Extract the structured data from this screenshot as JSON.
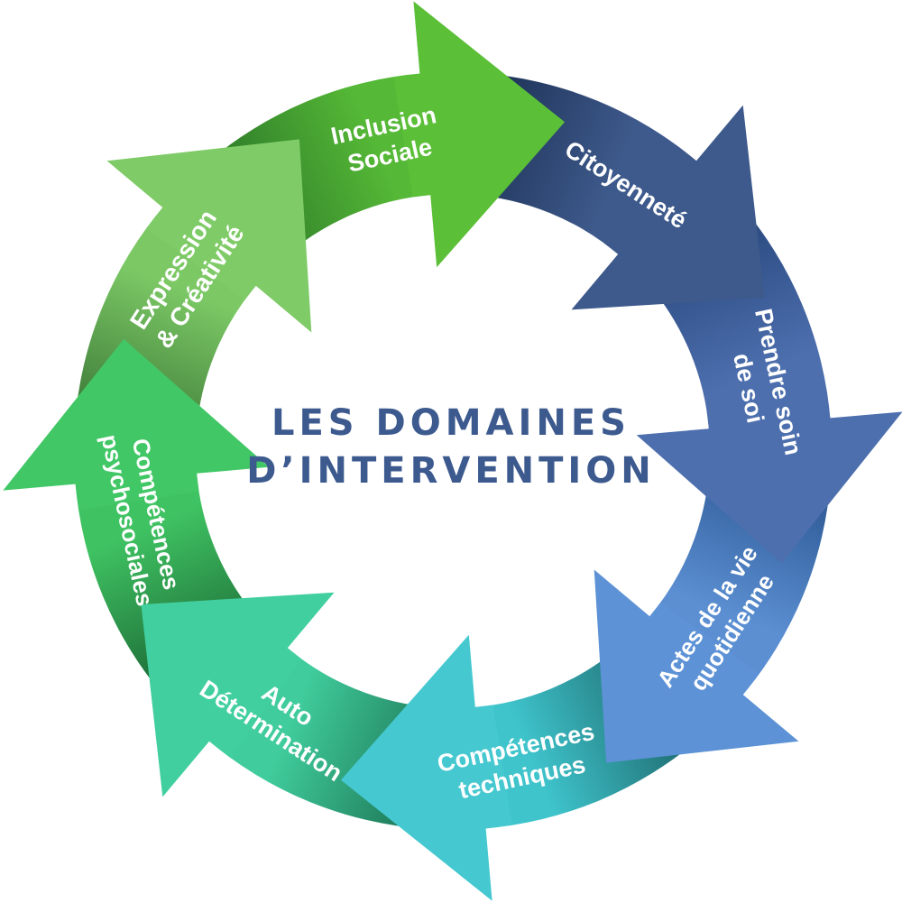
{
  "title": {
    "line1": "LES DOMAINES",
    "line2": "D’INTERVENTION",
    "color": "#3d5a8f"
  },
  "cycle_direction": "clockwise",
  "segments": [
    {
      "id": "inclusion-sociale",
      "lines": [
        "Inclusion",
        "Sociale"
      ],
      "head_color": "#5bbf38",
      "body_dark": "#2f7d2a",
      "body_light": "#55b836"
    },
    {
      "id": "citoyennete",
      "lines": [
        "Citoyenneté"
      ],
      "head_color": "#3e5a8c",
      "body_dark": "#1e3358",
      "body_light": "#3e5a8c"
    },
    {
      "id": "prendre-soin-de-soi",
      "lines": [
        "Prendre soin",
        "de soi"
      ],
      "head_color": "#4d6fae",
      "body_dark": "#2a4a80",
      "body_light": "#4d6fae"
    },
    {
      "id": "actes-vie-quotidienne",
      "lines": [
        "Actes de la vie",
        "quotidienne"
      ],
      "head_color": "#5d92d6",
      "body_dark": "#2f5a96",
      "body_light": "#5b8fd2"
    },
    {
      "id": "competences-techniques",
      "lines": [
        "Compétences",
        "techniques"
      ],
      "head_color": "#45c8d0",
      "body_dark": "#1f6e72",
      "body_light": "#3fc4cc"
    },
    {
      "id": "auto-determination",
      "lines": [
        "Auto",
        "Détermination"
      ],
      "head_color": "#41cfa0",
      "body_dark": "#1f7a5a",
      "body_light": "#40cc9c"
    },
    {
      "id": "competences-psychosociales",
      "lines": [
        "Compétences",
        "psychosociales"
      ],
      "head_color": "#42c766",
      "body_dark": "#1e6e38",
      "body_light": "#3fc262"
    },
    {
      "id": "expression-creativite",
      "lines": [
        "Expression",
        "& Créativité"
      ],
      "head_color": "#7fcb67",
      "body_dark": "#3f7d3a",
      "body_light": "#7cc865"
    }
  ]
}
